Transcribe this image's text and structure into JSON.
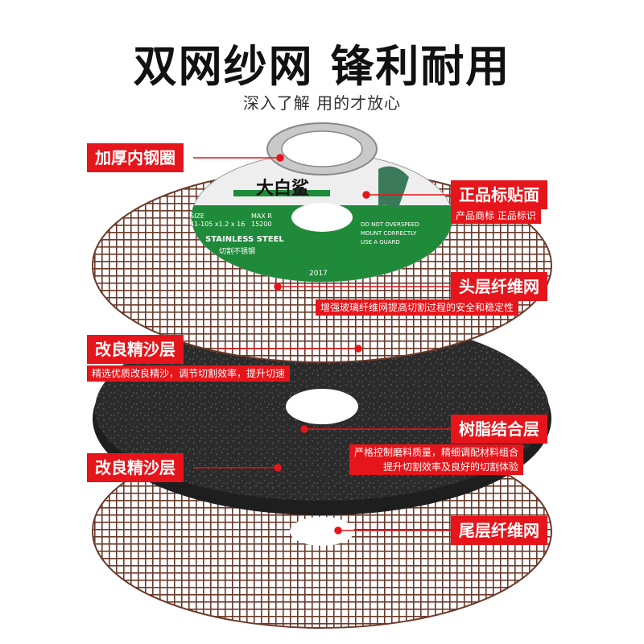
{
  "header": {
    "title": "双网纱网 锋利耐用",
    "subtitle": "深入了解 用的才放心"
  },
  "product_label": {
    "brand": "大白鲨",
    "size_label": "SIZE",
    "size_value": "41-105 x1.2 x 16",
    "max_label": "MAX R",
    "max_value": "15200",
    "material_en": "STAINLESS STEEL",
    "material_cn": "切割不锈钢",
    "warn1": "DO NOT OVERSPEED",
    "warn2": "MOUNT CORRECTLY",
    "warn3": "USE A GUARD",
    "year": "2017"
  },
  "callouts": {
    "steel_ring": "加厚内钢圈",
    "label": "正品标贴面",
    "label_desc": "产品商标 正品标识",
    "top_mesh": "头层纤维网",
    "top_mesh_desc": "增强玻璃纤维网提高切割过程的安全和稳定性",
    "sand1": "改良精沙层",
    "sand1_desc": "精选优质改良精沙，调节切割效率，提升切速",
    "resin": "树脂结合层",
    "resin_desc1": "严格控制磨料质量，精细调配材料组合",
    "resin_desc2": "提升切割效率及良好的切割体验",
    "sand2": "改良精沙层",
    "bottom_mesh": "尾层纤维网"
  },
  "colors": {
    "accent": "#e6151b",
    "label_green": "#1f8a3a",
    "mesh": "#6b3a2a",
    "disc": "#2e2e2e"
  }
}
